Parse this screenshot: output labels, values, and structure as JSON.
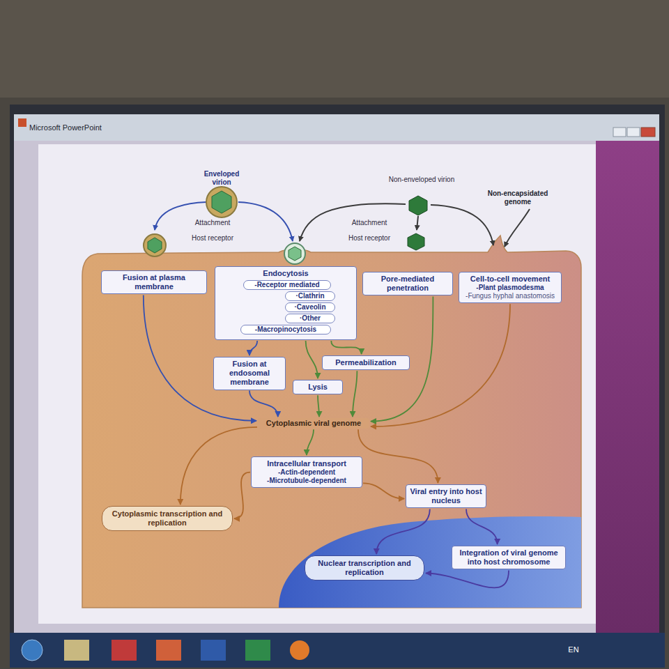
{
  "diagram": {
    "nodes": [
      {
        "text": [
          "Fusion at plasma membrane"
        ]
      },
      {
        "text": [
          "Endocytosis"
        ]
      },
      {
        "text": [
          "-Receptor mediated"
        ],
        "in": 1
      },
      {
        "text": [
          "·Clathrin"
        ],
        "in": 1
      },
      {
        "text": [
          "·Caveolin"
        ],
        "in": 1
      },
      {
        "text": [
          "·Other"
        ],
        "in": 1
      },
      {
        "text": [
          "-Macropinocytosis"
        ],
        "in": 1
      },
      {
        "text": [
          "Pore-mediated penetration"
        ]
      },
      {
        "text": [
          "Cell-to-cell movement",
          "-Plant plasmodesma",
          "-Fungus hyphal anastomosis"
        ]
      },
      {
        "text": [
          "Fusion at endosomal membrane"
        ]
      },
      {
        "text": [
          "Permeabilization"
        ]
      },
      {
        "text": [
          "Lysis"
        ]
      },
      {
        "text": [
          "Cytoplasmic viral genome"
        ]
      },
      {
        "text": [
          "Intracellular transport",
          "-Actin-dependent",
          "-Microtubule-dependent"
        ]
      },
      {
        "text": [
          "Viral entry into host nucleus"
        ]
      },
      {
        "text": [
          "Cytoplasmic transcription and replication"
        ]
      },
      {
        "text": [
          "Nuclear transcription and replication"
        ]
      },
      {
        "text": [
          "Integration of viral genome into host chromosome"
        ]
      }
    ],
    "edges": [
      {
        "from": 0,
        "to": 12,
        "arrow": "to"
      },
      {
        "from": 1,
        "to": 9,
        "arrow": "to"
      },
      {
        "from": 1,
        "to": 11,
        "arrow": "to"
      },
      {
        "from": 1,
        "to": 10,
        "arrow": "to"
      },
      {
        "from": 9,
        "to": 12,
        "arrow": "to"
      },
      {
        "from": 11,
        "to": 12,
        "arrow": "to"
      },
      {
        "from": 10,
        "to": 12,
        "arrow": "to"
      },
      {
        "from": 7,
        "to": 12,
        "arrow": "to"
      },
      {
        "from": 8,
        "to": 12,
        "arrow": "to"
      },
      {
        "from": 12,
        "to": 15,
        "arrow": "to"
      },
      {
        "from": 12,
        "to": 13,
        "arrow": "to"
      },
      {
        "from": 12,
        "to": 14,
        "arrow": "to"
      },
      {
        "from": 13,
        "to": 15,
        "arrow": "to"
      },
      {
        "from": 13,
        "to": 14,
        "arrow": "to"
      },
      {
        "from": 14,
        "to": 16,
        "arrow": "to"
      },
      {
        "from": 14,
        "to": 17,
        "arrow": "to"
      },
      {
        "from": 17,
        "to": 16,
        "arrow": "to"
      }
    ],
    "labels": [
      "Microsoft PowerPoint",
      "Enveloped virion",
      "Attachment",
      "Host receptor",
      "Non-enveloped virion",
      "Attachment",
      "Host receptor",
      "Non-encapsidated genome",
      "EN"
    ]
  }
}
